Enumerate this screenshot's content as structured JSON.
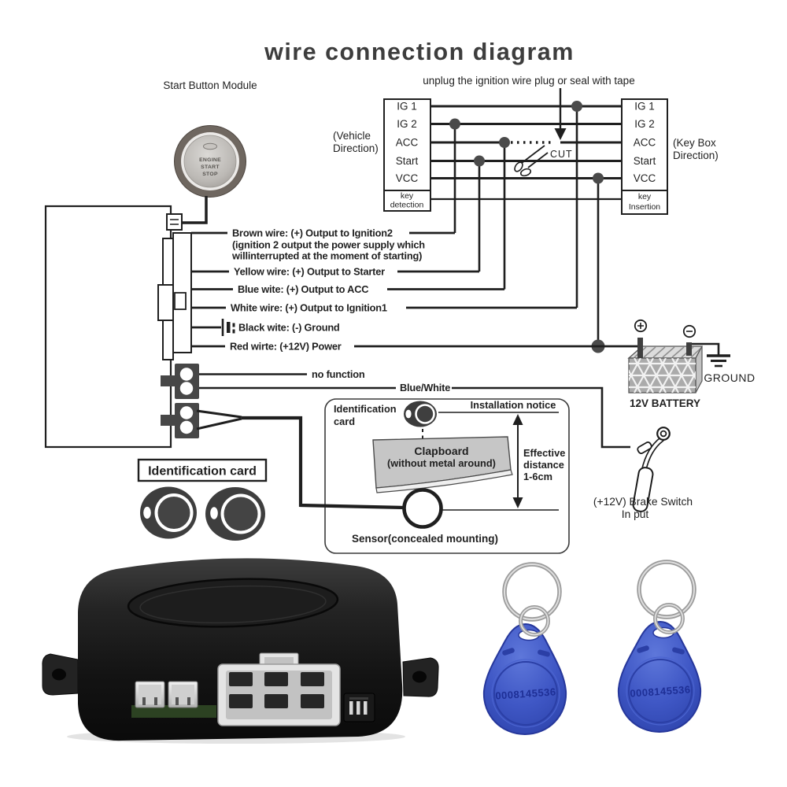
{
  "title": "wire connection diagram",
  "subtitle": "unplug the ignition wire plug or seal with tape",
  "start_button_module": {
    "label": "Start Button Module",
    "button_text": [
      "ENGINE",
      "START",
      "STOP"
    ]
  },
  "vehicle_connector": {
    "direction": [
      "(Vehicle",
      "Direction)"
    ],
    "pins": [
      "IG 1",
      "IG 2",
      "ACC",
      "Start",
      "VCC"
    ],
    "bottom": [
      "key",
      "detection"
    ]
  },
  "keybox_connector": {
    "direction": [
      "(Key Box",
      "Direction)"
    ],
    "pins": [
      "IG 1",
      "IG 2",
      "ACC",
      "Start",
      "VCC"
    ],
    "bottom": [
      "key",
      "Insertion"
    ]
  },
  "cut_label": "CUT",
  "wire_labels": {
    "brown": "Brown wire: (+) Output to Ignition2",
    "brown_note": [
      "(ignition 2 output the power supply which",
      "willinterrupted at the moment of starting)"
    ],
    "yellow": "Yellow wire: (+) Output to Starter",
    "blue": "Blue wite: (+) Output to ACC",
    "white": "White wire: (+) Output to Ignition1",
    "black": "Black wite: (-) Ground",
    "red": "Red wirte: (+12V) Power",
    "no_function": "no function",
    "blue_white": "Blue/White"
  },
  "battery": {
    "label": "12V BATTERY",
    "ground_label": "GROUND"
  },
  "brake_switch": {
    "label": [
      "(+12V) Brake Switch",
      "In put"
    ]
  },
  "identification_card_label": "Identification card",
  "installation_notice": {
    "id_card": [
      "Identification",
      "card"
    ],
    "title": "Installation notice",
    "clapboard": [
      "Clapboard",
      "(without metal around)"
    ],
    "effective_distance": [
      "Effective",
      "distance",
      "1-6cm"
    ],
    "sensor": "Sensor(concealed mounting)"
  },
  "key_fob": {
    "serial": "0008145536"
  },
  "colors": {
    "line": "#1f1f1f",
    "fob_blue": "#3f57c5",
    "fob_edge": "#26379b",
    "clapboard_gray": "#c6c6c6",
    "device_black": "#161616"
  }
}
